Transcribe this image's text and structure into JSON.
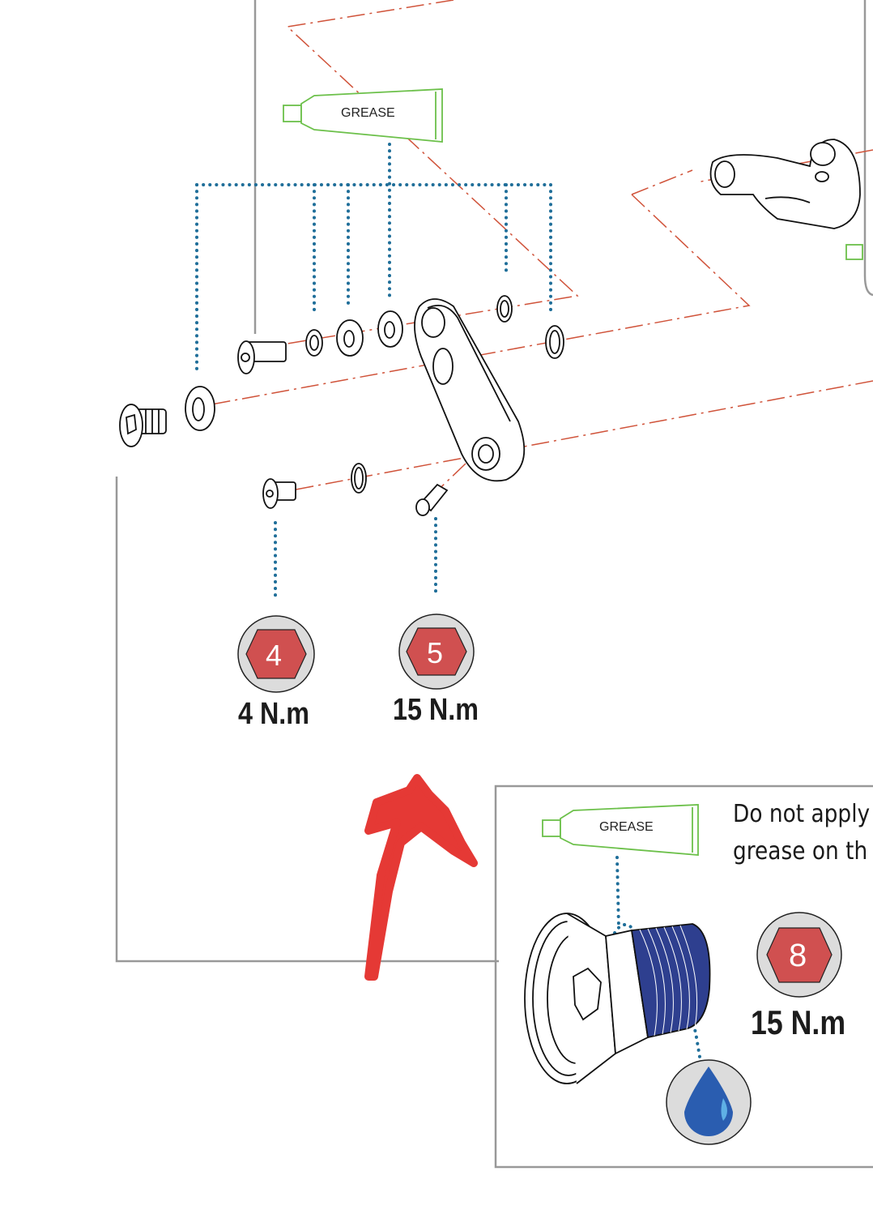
{
  "grease_label": "GREASE",
  "grease_label_inset": "GREASE",
  "note": {
    "line1": "Do not apply",
    "line2": "grease on th"
  },
  "badges": [
    {
      "hex_size": "4",
      "torque": "4 N.m"
    },
    {
      "hex_size": "5",
      "torque": "15 N.m"
    },
    {
      "hex_size": "8",
      "torque": "15 N.m"
    }
  ],
  "colors": {
    "hex_red": "#d05050",
    "badge_grey": "#dcdcdc",
    "grease_green": "#6cc04a",
    "dotted_blue": "#1f6e99",
    "axis_red": "#d0533a",
    "thread_blue": "#2e3f8f",
    "scribble_red": "#e53935"
  },
  "icons": [
    "grease-tube-icon",
    "hex-key-icon",
    "threadlock-drop-icon"
  ]
}
